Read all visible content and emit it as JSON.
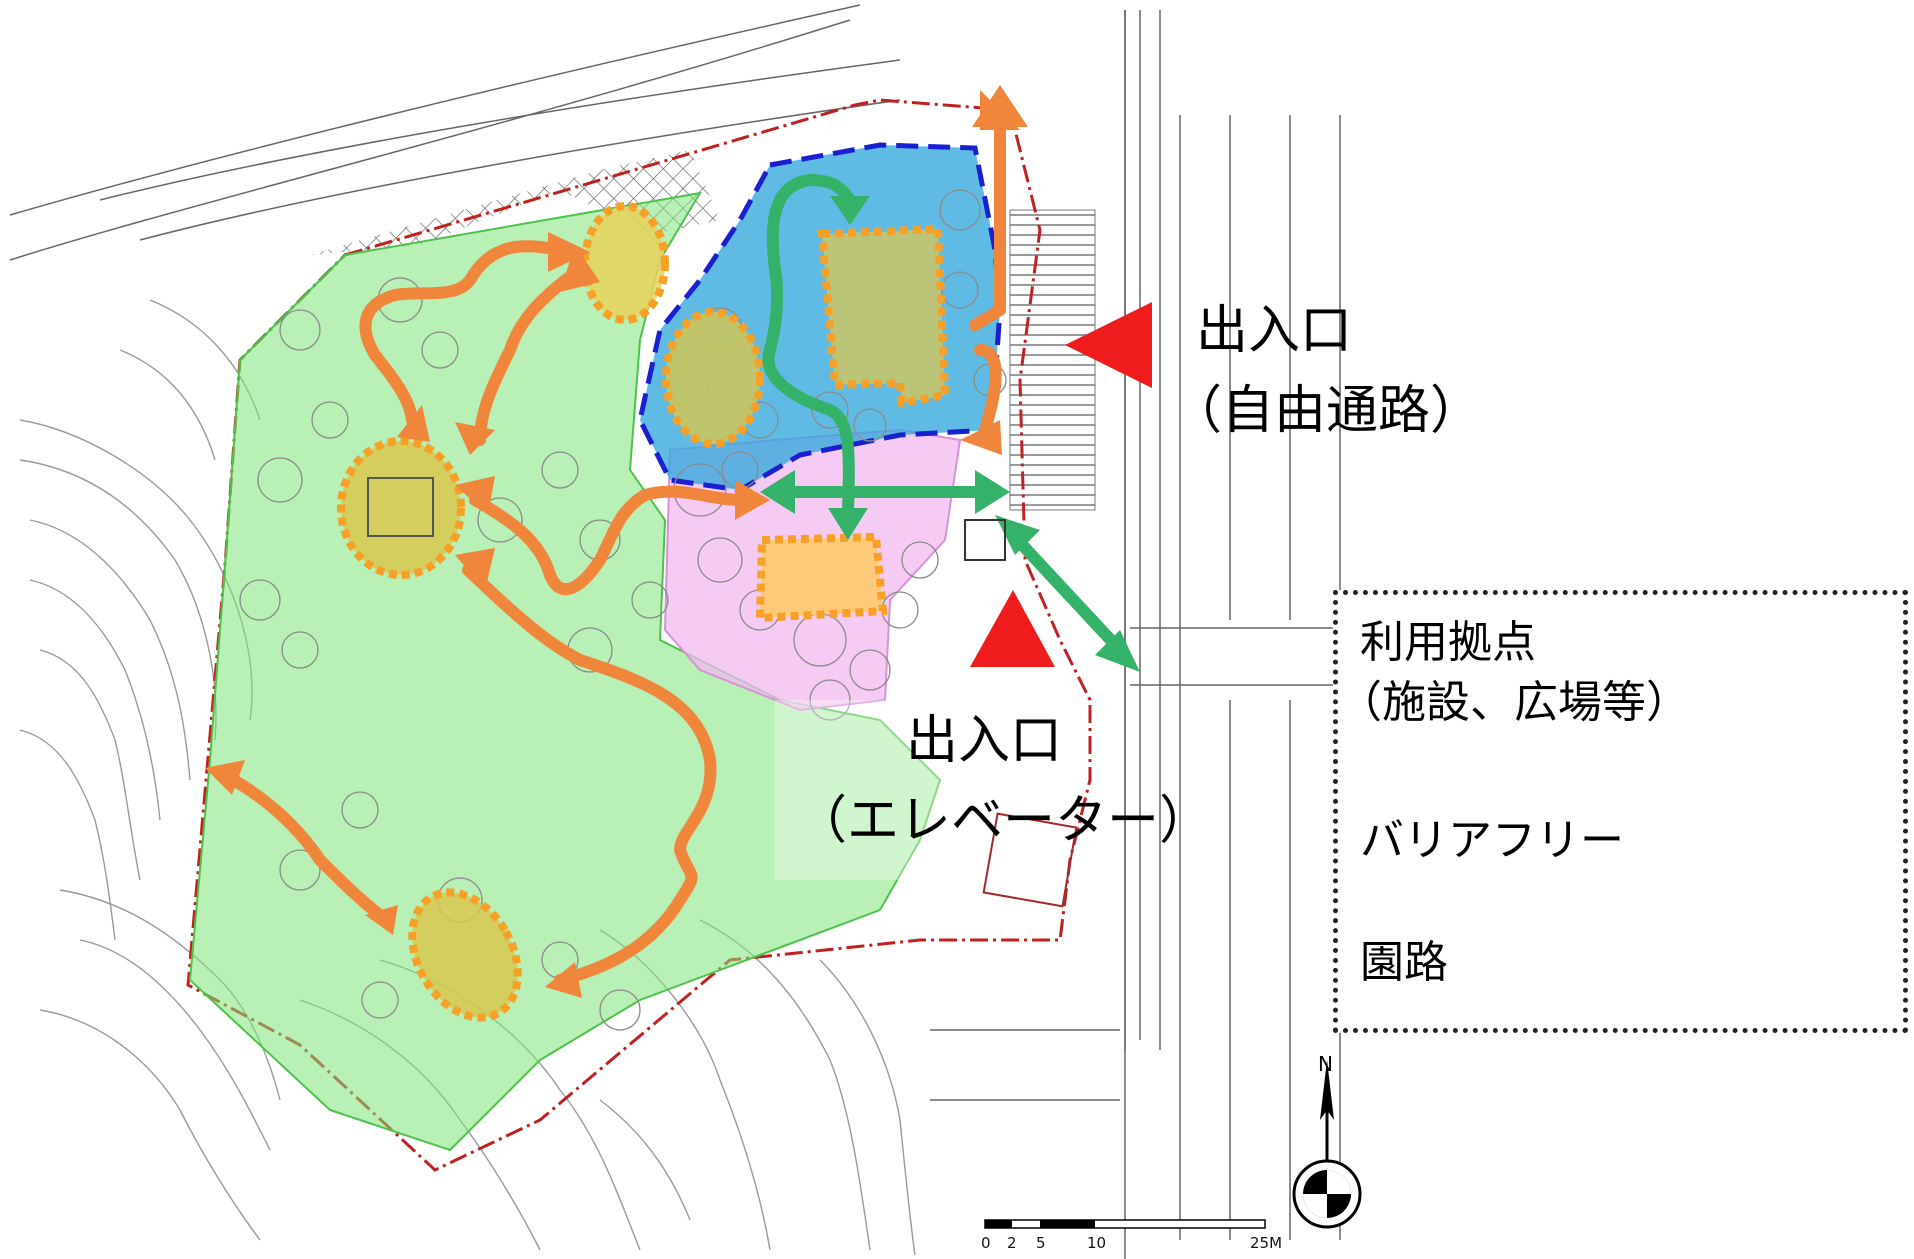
{
  "labels": {
    "entrance_east_1": "出入口",
    "entrance_east_2": "（自由通路）",
    "entrance_elev_1": "出入口",
    "entrance_elev_2": "（エレベーター）"
  },
  "legend": {
    "items": [
      {
        "label_1": "利用拠点",
        "label_2": "（施設、広場等）",
        "symbol": "orange-dotted-ellipse"
      },
      {
        "label_1": "バリアフリー",
        "symbol": "green-double-arrow"
      },
      {
        "label_1": "園路",
        "symbol": "orange-double-arrow"
      }
    ]
  },
  "compass": {
    "north": "N"
  },
  "scale_bar": {
    "ticks": [
      "0",
      "2",
      "5",
      "10",
      "25M"
    ]
  },
  "colors": {
    "park_green": "#7ee47a",
    "building_blue": "#33a8dd",
    "plaza_pink": "#f2b9ef",
    "hub_fill": "#e7d25a",
    "hub_border": "#f7a028",
    "path_orange": "#f0853c",
    "barrier_free_green": "#35b26a",
    "entrance_red": "#ee1c1c",
    "boundary_red": "#c02020",
    "blue_dash": "#1a1fcf"
  }
}
